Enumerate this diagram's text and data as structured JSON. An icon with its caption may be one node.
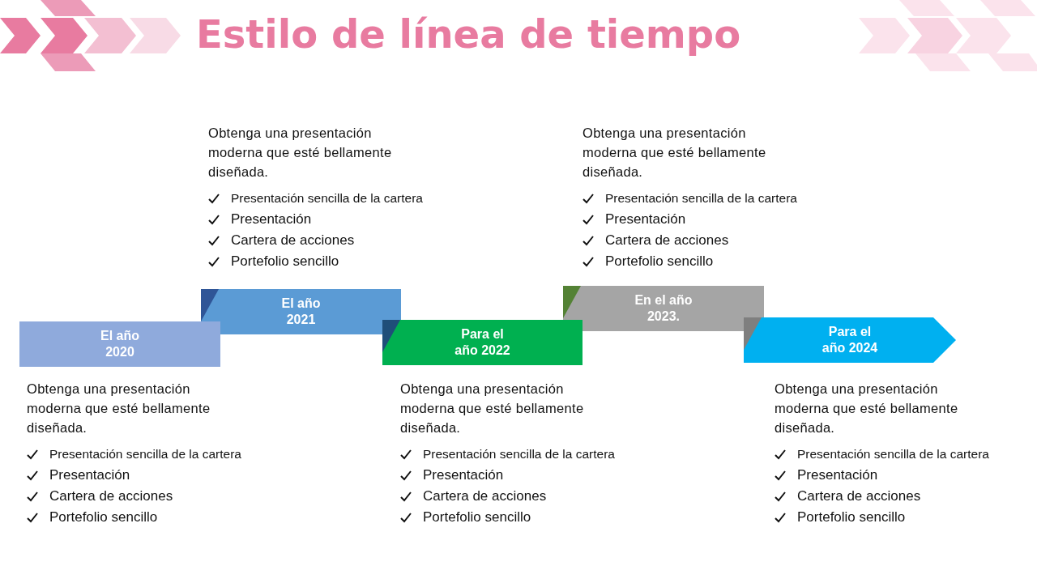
{
  "diagram": {
    "title": "Estilo de línea de tiempo",
    "nodes": [
      {
        "text": [
          "El año 2020"
        ],
        "beside": [
          "Obtenga una presentación moderna que esté bellamente diseñada.",
          "Presentación sencilla de la cartera",
          "Presentación",
          "Cartera de acciones",
          "Portefolio sencillo"
        ]
      },
      {
        "text": [
          "El año 2021"
        ],
        "beside": [
          "Obtenga una presentación moderna que esté bellamente diseñada.",
          "Presentación sencilla de la cartera",
          "Presentación",
          "Cartera de acciones",
          "Portefolio sencillo"
        ]
      },
      {
        "text": [
          "Para el año 2022"
        ],
        "beside": [
          "Obtenga una presentación moderna que esté bellamente diseñada.",
          "Presentación sencilla de la cartera",
          "Presentación",
          "Cartera de acciones",
          "Portefolio sencillo"
        ]
      },
      {
        "text": [
          "En el año 2023."
        ],
        "beside": [
          "Obtenga una presentación moderna que esté bellamente diseñada.",
          "Presentación sencilla de la cartera",
          "Presentación",
          "Cartera de acciones",
          "Portefolio sencillo"
        ]
      },
      {
        "text": [
          "Para el año 2024"
        ],
        "beside": [
          "Obtenga una presentación moderna que esté bellamente diseñada.",
          "Presentación sencilla de la cartera",
          "Presentación",
          "Cartera de acciones",
          "Portefolio sencillo"
        ]
      }
    ]
  }
}
